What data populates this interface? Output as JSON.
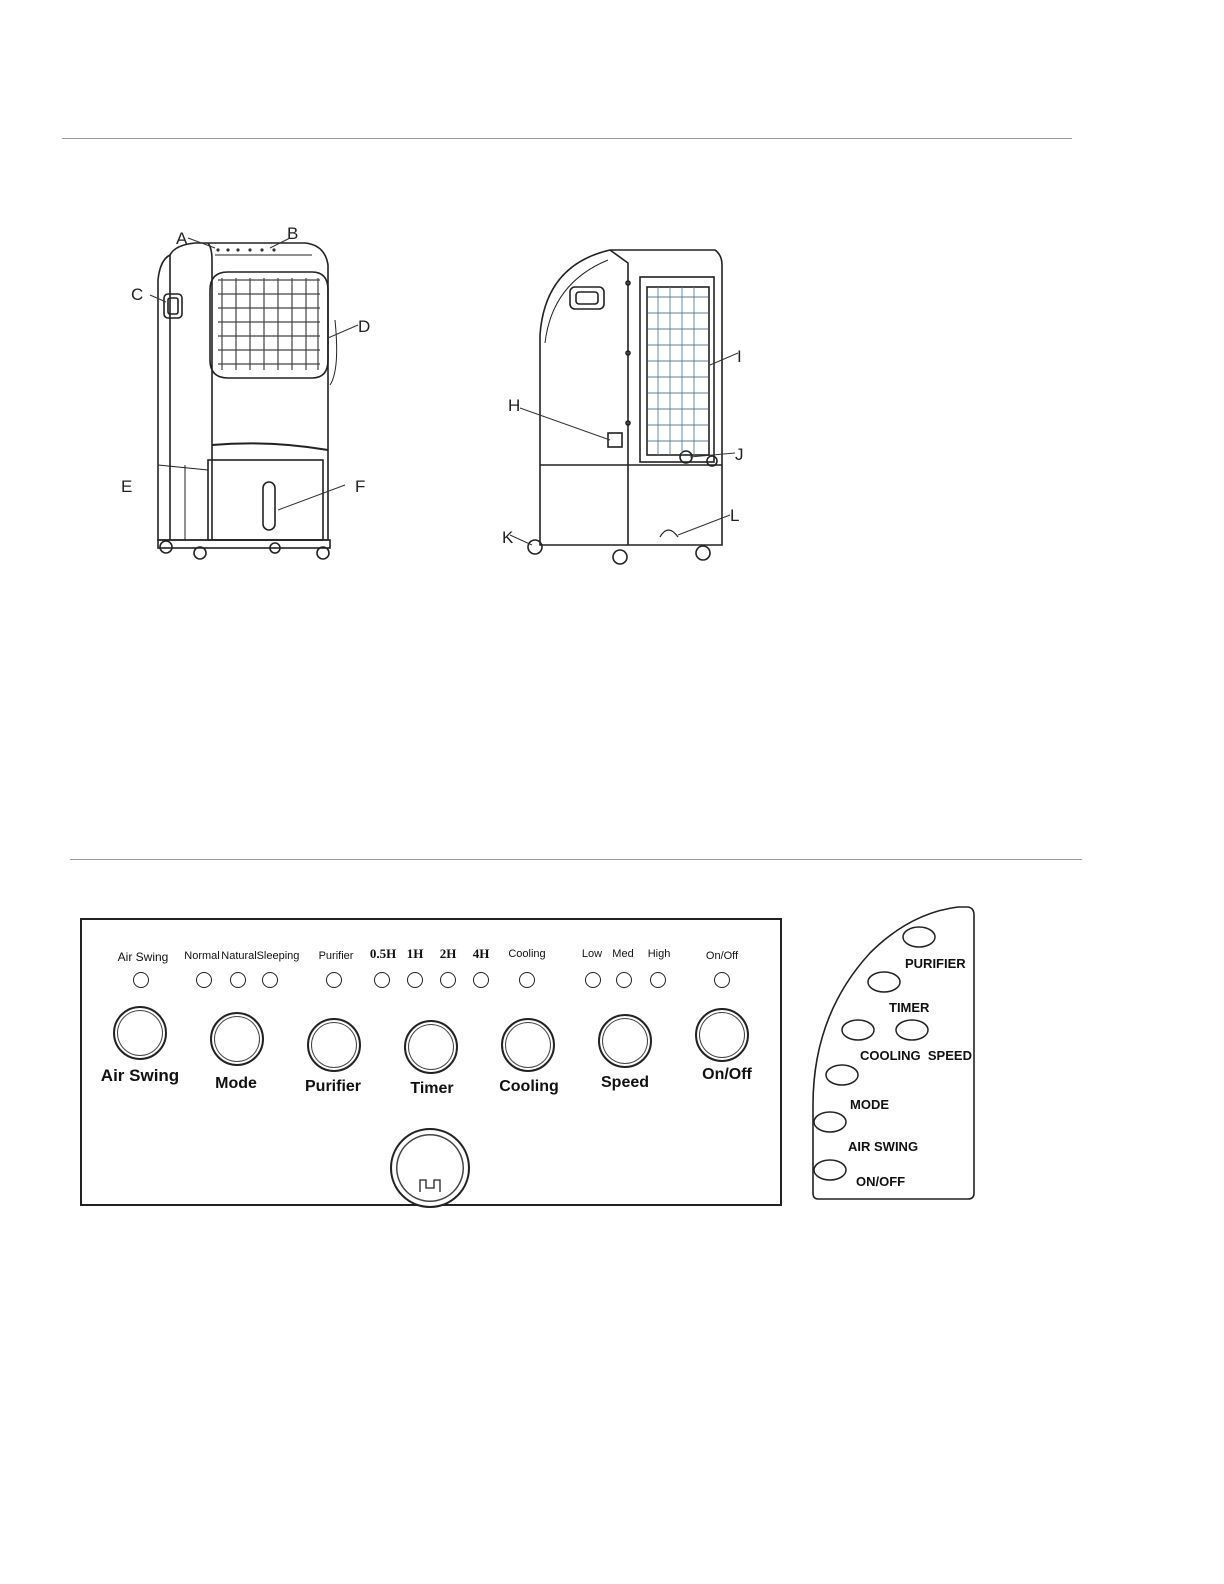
{
  "front_view": {
    "callouts": {
      "a": "A",
      "b": "B",
      "c": "C",
      "d": "D",
      "e": "E",
      "f": "F"
    }
  },
  "rear_view": {
    "callouts": {
      "h": "H",
      "i": "I",
      "j": "J",
      "k": "K",
      "l": "L"
    }
  },
  "control_panel": {
    "indicators": {
      "air_swing": "Air Swing",
      "normal": "Normal",
      "natural": "Natural",
      "sleeping": "Sleeping",
      "purifier": "Purifier",
      "t_05h": "0.5H",
      "t_1h": "1H",
      "t_2h": "2H",
      "t_4h": "4H",
      "cooling": "Cooling",
      "low": "Low",
      "med": "Med",
      "high": "High",
      "on_off": "On/Off"
    },
    "buttons": {
      "air_swing": "Air Swing",
      "mode": "Mode",
      "purifier": "Purifier",
      "timer": "Timer",
      "cooling": "Cooling",
      "speed": "Speed",
      "on_off": "On/Off"
    }
  },
  "remote": {
    "purifier": "PURIFIER",
    "timer": "TIMER",
    "cooling_speed": "COOLING  SPEED",
    "mode": "MODE",
    "air_swing": "AIR SWING",
    "on_off": "ON/OFF"
  }
}
